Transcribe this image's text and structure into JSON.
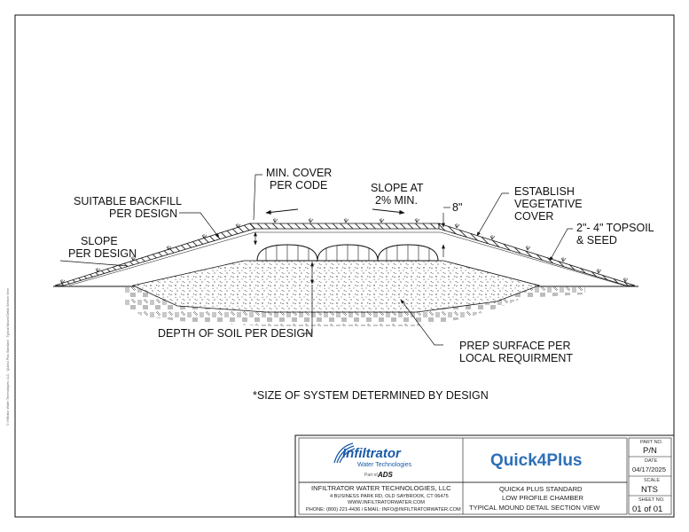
{
  "drawing": {
    "labels": {
      "min_cover_1": "MIN. COVER",
      "min_cover_2": "PER CODE",
      "slope_at_1": "SLOPE AT",
      "slope_at_2": "2% MIN.",
      "eight_inch": "8\"",
      "establish_1": "ESTABLISH",
      "establish_2": "VEGETATIVE",
      "establish_3": "COVER",
      "topsoil_1": "2\"- 4\" TOPSOIL",
      "topsoil_2": "& SEED",
      "backfill_1": "SUITABLE BACKFILL",
      "backfill_2": "PER DESIGN",
      "slope_1": "SLOPE",
      "slope_2": "PER DESIGN",
      "depth_soil": "DEPTH OF SOIL PER DESIGN",
      "prep_1": "PREP SURFACE PER",
      "prep_2": "LOCAL REQUIRMENT"
    },
    "note": "*SIZE OF SYSTEM DETERMINED BY DESIGN",
    "side_text": "© Infiltrator Water Technologies, LLC · Quick4 Plus Standard · Typical Mound Detail Section View"
  },
  "title_block": {
    "company_logo": "Infiltrator",
    "company_sub": "Water Technologies",
    "part_of": "Part of",
    "parent_logo": "ADS",
    "product_logo": "Quick4Plus",
    "company_name": "INFILTRATOR WATER TECHNOLOGIES, LLC",
    "address": "4 BUSINESS PARK RD, OLD SAYBROOK, CT 06475",
    "website": "WWW.INFILTRATORWATER.COM",
    "contact": "PHONE: (800) 221-4436 / EMAIL: INFO@INFILTRATORWATER.COM",
    "desc_1": "QUICK4 PLUS STANDARD",
    "desc_2": "LOW PROFILE CHAMBER",
    "desc_3": "TYPICAL MOUND DETAIL SECTION VIEW",
    "part_no_label": "PART NO.",
    "part_no": "P/N",
    "date_label": "DATE",
    "date": "04/17/2025",
    "scale_label": "SCALE",
    "scale": "NTS",
    "sheet_label": "SHEET NO.",
    "sheet": "01 of 01"
  },
  "colors": {
    "logo_blue": "#1a5aa8",
    "product_blue": "#2e6fb7",
    "line": "#111111"
  }
}
